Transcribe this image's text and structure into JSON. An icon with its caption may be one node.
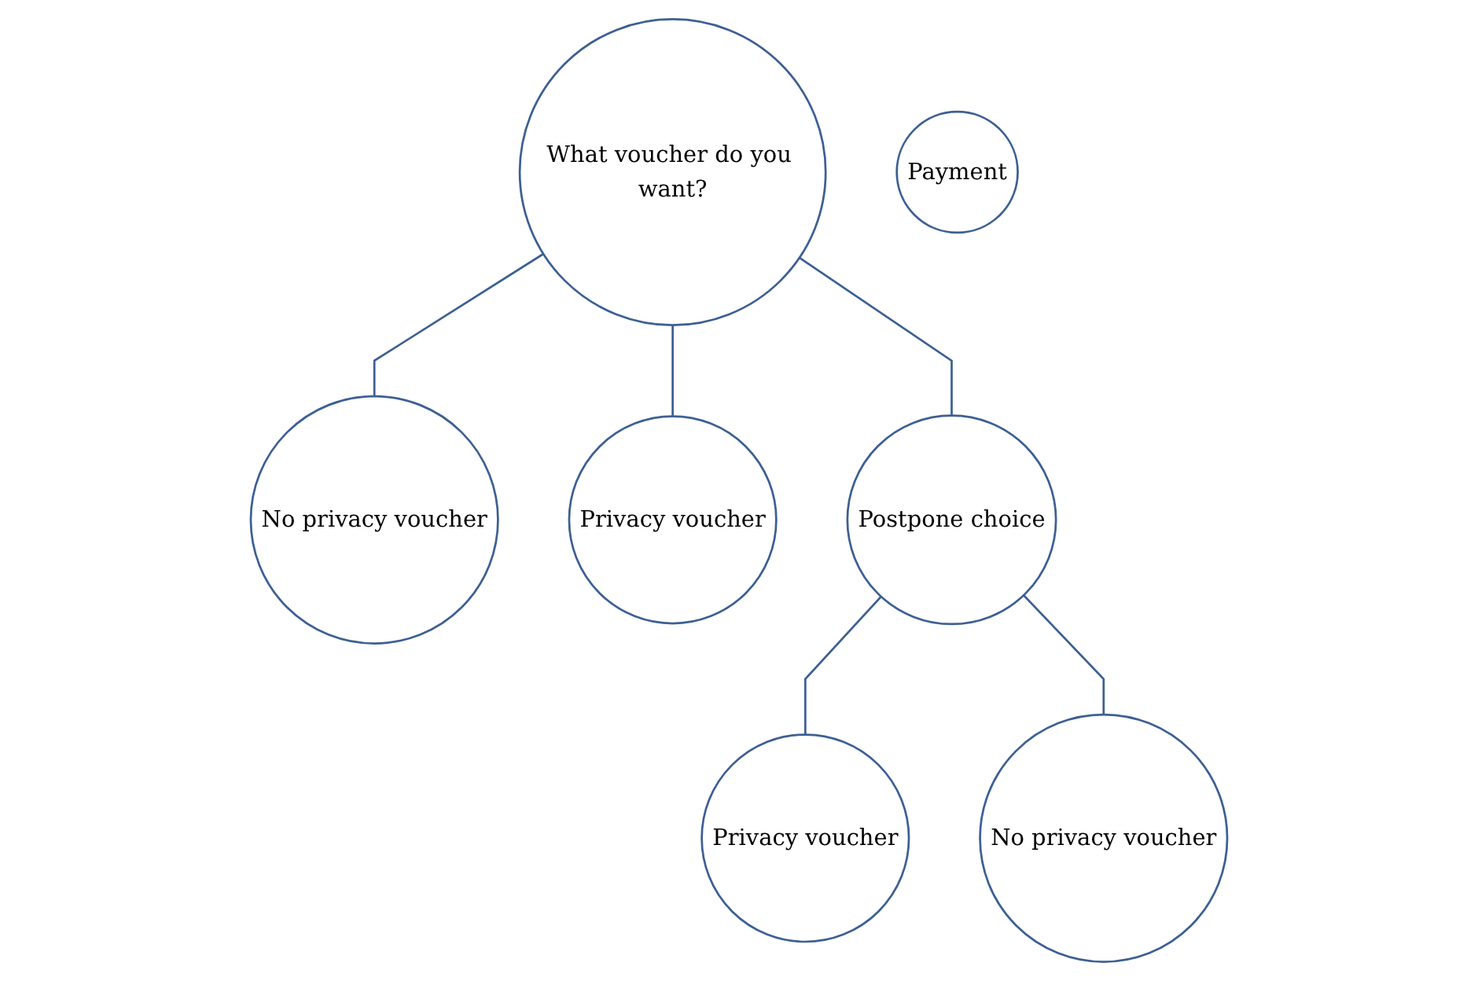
{
  "diagram": {
    "nodes": [
      {
        "text": [
          "What voucher do you want?"
        ]
      },
      {
        "text": [
          "No privacy voucher"
        ]
      },
      {
        "text": [
          "Privacy voucher"
        ]
      },
      {
        "text": [
          "Postpone choice"
        ]
      },
      {
        "text": [
          "Privacy voucher"
        ]
      },
      {
        "text": [
          "No privacy voucher"
        ]
      },
      {
        "text": [
          "Payment"
        ]
      }
    ],
    "edges": [
      {
        "from": 0,
        "to": 1,
        "arrow": "none"
      },
      {
        "from": 0,
        "to": 2,
        "arrow": "none"
      },
      {
        "from": 0,
        "to": 3,
        "arrow": "none"
      },
      {
        "from": 3,
        "to": 4,
        "arrow": "none"
      },
      {
        "from": 3,
        "to": 5,
        "arrow": "none"
      }
    ]
  }
}
